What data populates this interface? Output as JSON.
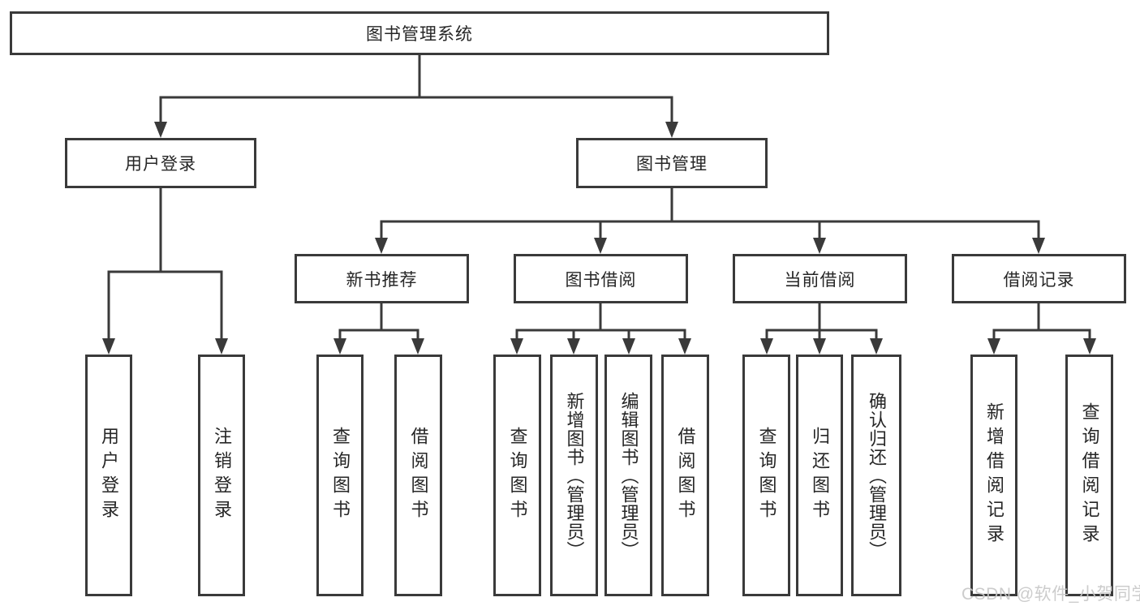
{
  "diagram": {
    "type": "tree",
    "background": "#ffffff",
    "line_color": "#3a3a3a",
    "text_color": "#262626",
    "watermark": {
      "text": "CSDN @软件_小贺同学",
      "color": "#c8c8c8"
    },
    "tree": {
      "label": "图书管理系统",
      "children": [
        {
          "label": "用户登录",
          "children": [
            {
              "label": "用户登录"
            },
            {
              "label": "注销登录"
            }
          ]
        },
        {
          "label": "图书管理",
          "children": [
            {
              "label": "新书推荐",
              "children": [
                {
                  "label": "查询图书"
                },
                {
                  "label": "借阅图书"
                }
              ]
            },
            {
              "label": "图书借阅",
              "children": [
                {
                  "label": "查询图书"
                },
                {
                  "label": "新增图书（管理员）"
                },
                {
                  "label": "编辑图书（管理员）"
                },
                {
                  "label": "借阅图书"
                }
              ]
            },
            {
              "label": "当前借阅",
              "children": [
                {
                  "label": "查询图书"
                },
                {
                  "label": "归还图书"
                },
                {
                  "label": "确认归还（管理员）"
                }
              ]
            },
            {
              "label": "借阅记录",
              "children": [
                {
                  "label": "新增借阅记录"
                },
                {
                  "label": "查询借阅记录"
                }
              ]
            }
          ]
        }
      ]
    }
  }
}
